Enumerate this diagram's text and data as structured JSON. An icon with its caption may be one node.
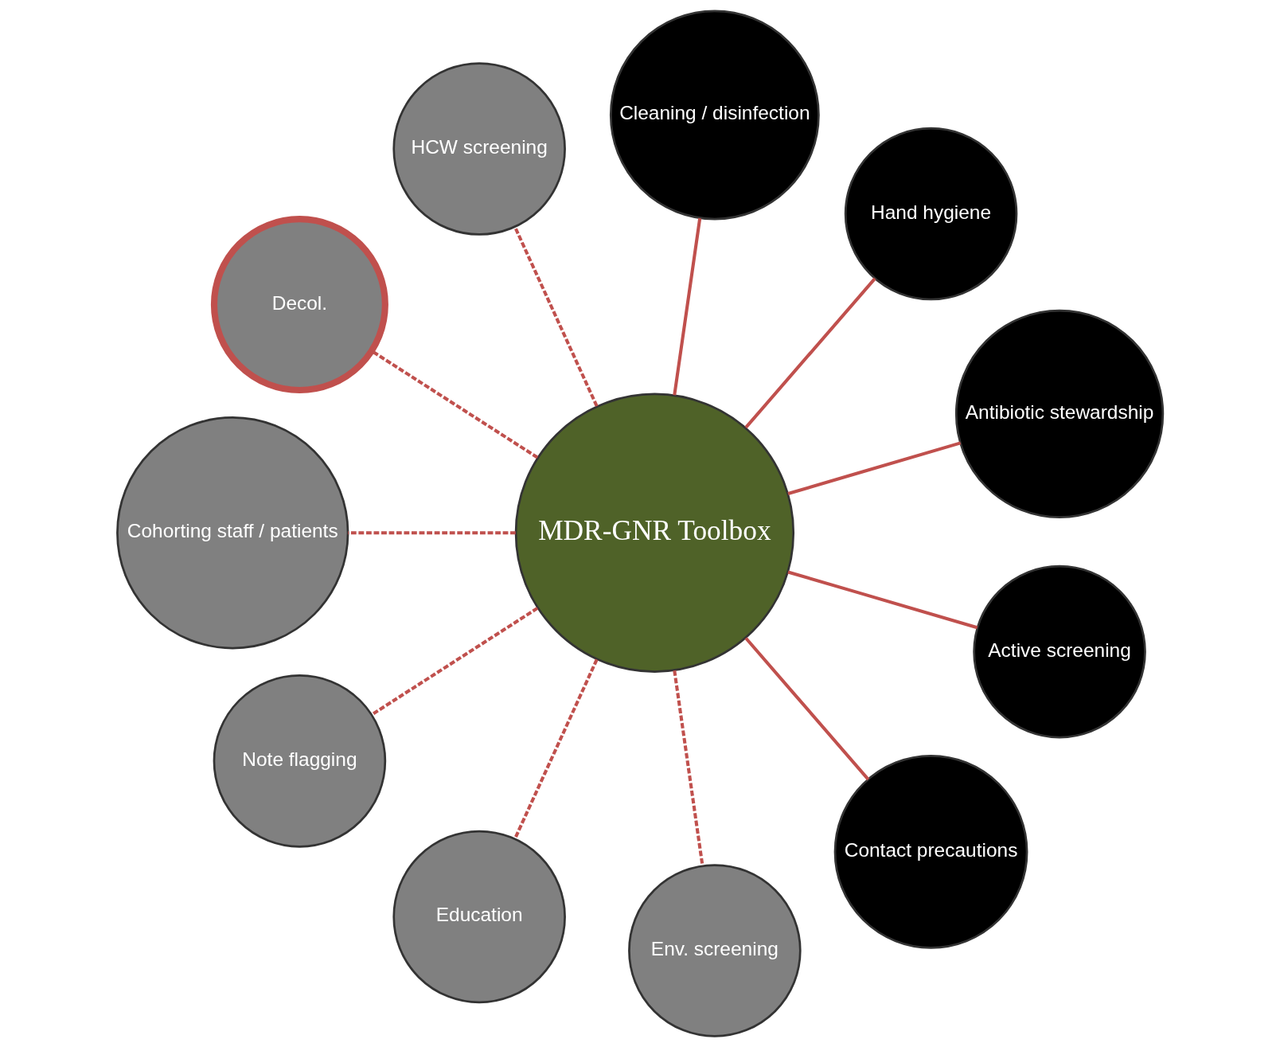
{
  "diagram": {
    "nodes": [
      {
        "text": [
          "MDR-GNR Toolbox"
        ]
      },
      {
        "text": [
          "Antibiotic stewardship"
        ]
      },
      {
        "text": [
          "Hand hygiene"
        ]
      },
      {
        "text": [
          "Cleaning / disinfection"
        ]
      },
      {
        "text": [
          "HCW screening"
        ]
      },
      {
        "text": [
          "Decol."
        ]
      },
      {
        "text": [
          "Cohorting staff / patients"
        ]
      },
      {
        "text": [
          "Note flagging"
        ]
      },
      {
        "text": [
          "Education"
        ]
      },
      {
        "text": [
          "Env. screening"
        ]
      },
      {
        "text": [
          "Contact precautions"
        ]
      },
      {
        "text": [
          "Active screening"
        ]
      }
    ],
    "edges": [
      {
        "from": 0,
        "to": 1,
        "arrow": "none"
      },
      {
        "from": 0,
        "to": 2,
        "arrow": "none"
      },
      {
        "from": 0,
        "to": 3,
        "arrow": "none"
      },
      {
        "from": 0,
        "to": 4,
        "arrow": "none",
        "style": "dashed"
      },
      {
        "from": 0,
        "to": 5,
        "arrow": "none",
        "style": "dashed"
      },
      {
        "from": 0,
        "to": 6,
        "arrow": "none",
        "style": "dashed"
      },
      {
        "from": 0,
        "to": 7,
        "arrow": "none",
        "style": "dashed"
      },
      {
        "from": 0,
        "to": 8,
        "arrow": "none",
        "style": "dashed"
      },
      {
        "from": 0,
        "to": 9,
        "arrow": "none",
        "style": "dashed"
      },
      {
        "from": 0,
        "to": 10,
        "arrow": "none"
      },
      {
        "from": 0,
        "to": 11,
        "arrow": "none"
      }
    ]
  }
}
